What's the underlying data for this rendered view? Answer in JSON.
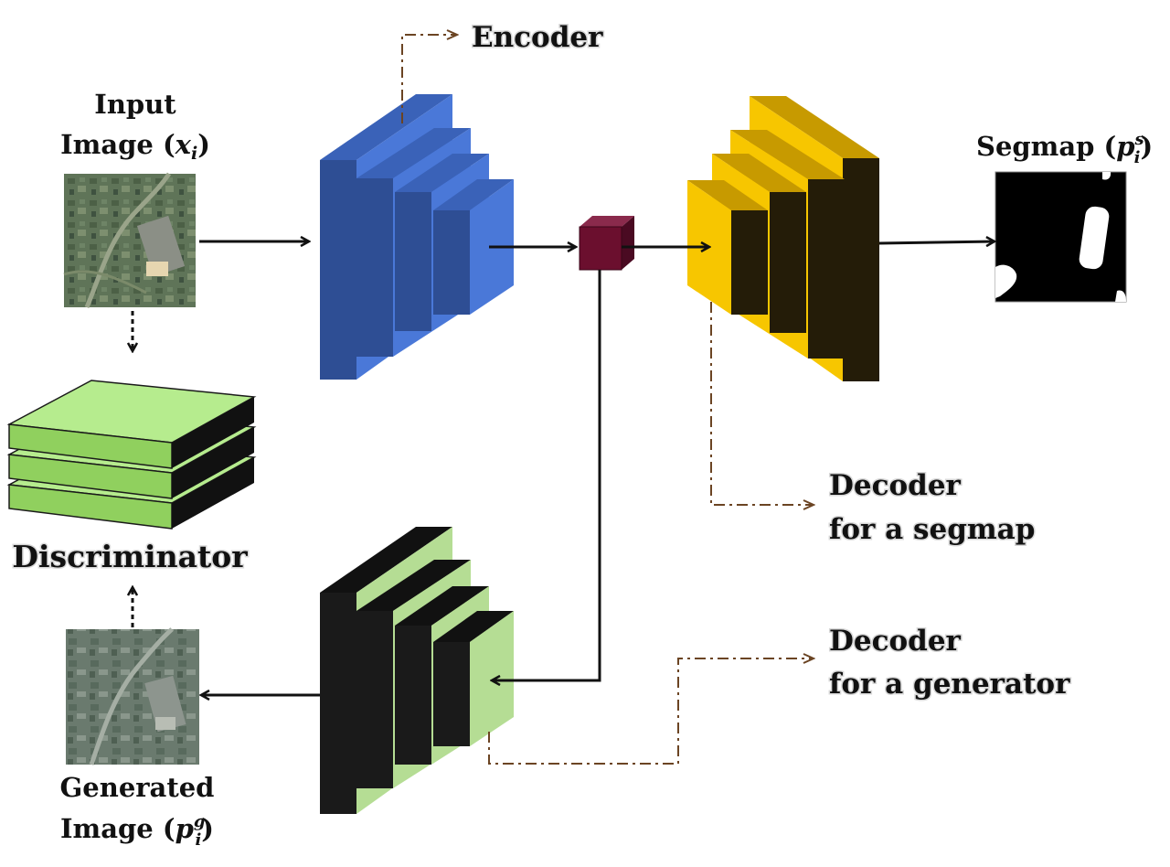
{
  "labels": {
    "encoder": "Encoder",
    "input_image_line1": "Input",
    "input_image_line2": "Image (",
    "input_var": "x",
    "input_sub": "i",
    "close_paren": ")",
    "segmap": "Segmap (",
    "segmap_var": "p",
    "segmap_sup": "s",
    "segmap_sub": "i",
    "discriminator": "Discriminator",
    "generated_line1": "Generated",
    "generated_line2": "Image (",
    "generated_var": "p",
    "generated_sup": "g",
    "generated_sub": "i",
    "decoder_seg_line1": "Decoder",
    "decoder_seg_line2": "for a segmap",
    "decoder_gen_line1": "Decoder",
    "decoder_gen_line2": "for a generator"
  },
  "colors": {
    "encoder_front": "#4a78d8",
    "encoder_side": "#2e4e94",
    "encoder_top": "#3a62b8",
    "seg_decoder_front": "#f7c600",
    "seg_decoder_top": "#c79a00",
    "seg_decoder_side": "#241c08",
    "gen_decoder_front": "#b5dd94",
    "gen_decoder_side": "#1a1a1a",
    "bottleneck": "#6b0f2e",
    "discriminator": "#b6ec8e",
    "annotation_line": "#6b4423"
  }
}
